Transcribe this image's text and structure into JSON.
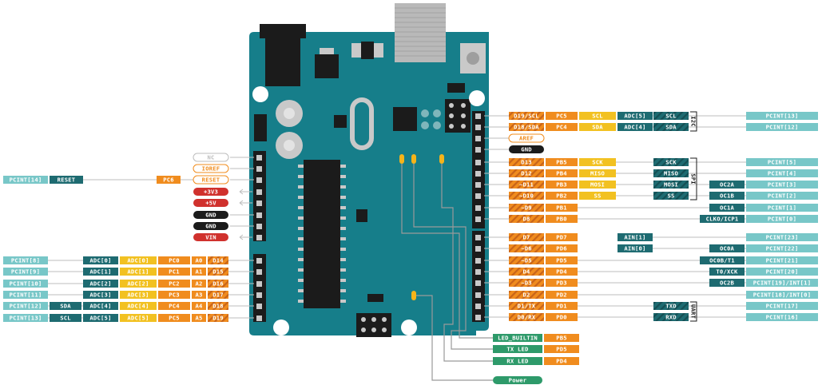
{
  "colors": {
    "board": "#167e8a",
    "board_dark": "#0e6670",
    "header": "#1b1b1b",
    "pin": "#c9c9c9",
    "orange": "#f08c1e",
    "yellow": "#f2c121",
    "teal_dark": "#1e6b71",
    "teal_light": "#78c7c8",
    "red": "#d0312d",
    "black": "#1b1b1b",
    "green": "#2e9a6a",
    "white_fill": "#ffffff",
    "grey_outline": "#bdbdbd",
    "led": "#f5b41a",
    "trace": "#9a9a9a"
  },
  "left_top_pins": [
    {
      "name": "NC",
      "style": "outline_grey"
    },
    {
      "name": "IOREF",
      "style": "outline_orange"
    },
    {
      "name": "RESET",
      "style": "outline_orange",
      "port": "PC6",
      "pcint": "PCINT[14]",
      "extra": "RESET"
    },
    {
      "name": "+3V3",
      "style": "red"
    },
    {
      "name": "+5V",
      "style": "red"
    },
    {
      "name": "GND",
      "style": "black"
    },
    {
      "name": "GND",
      "style": "black"
    },
    {
      "name": "VIN",
      "style": "red"
    }
  ],
  "left_bottom_pins": [
    {
      "pcint": "PCINT[8]",
      "alt": "",
      "adc": "ADC[0]",
      "adc2": "ADC[0]",
      "port": "PC0",
      "a": "A0",
      "d": "D14"
    },
    {
      "pcint": "PCINT[9]",
      "alt": "",
      "adc": "ADC[1]",
      "adc2": "ADC[1]",
      "port": "PC1",
      "a": "A1",
      "d": "D15"
    },
    {
      "pcint": "PCINT[10]",
      "alt": "",
      "adc": "ADC[2]",
      "adc2": "ADC[2]",
      "port": "PC2",
      "a": "A2",
      "d": "D16"
    },
    {
      "pcint": "PCINT[11]",
      "alt": "",
      "adc": "ADC[3]",
      "adc2": "ADC[3]",
      "port": "PC3",
      "a": "A3",
      "d": "D17"
    },
    {
      "pcint": "PCINT[12]",
      "alt": "SDA",
      "adc": "ADC[4]",
      "adc2": "ADC[4]",
      "port": "PC4",
      "a": "A4",
      "d": "D18"
    },
    {
      "pcint": "PCINT[13]",
      "alt": "SCL",
      "adc": "ADC[5]",
      "adc2": "ADC[5]",
      "port": "PC5",
      "a": "A5",
      "d": "D19"
    }
  ],
  "right_pins": [
    {
      "pin": "D19/SCL",
      "port": "PC5",
      "func": "SCL",
      "adc": "ADC[5]",
      "bus": "SCL",
      "timer": "",
      "pcint": "PCINT[13]"
    },
    {
      "pin": "D18/SDA",
      "port": "PC4",
      "func": "SDA",
      "adc": "ADC[4]",
      "bus": "SDA",
      "timer": "",
      "pcint": "PCINT[12]"
    },
    {
      "pin": "AREF",
      "style": "outline"
    },
    {
      "pin": "GND",
      "style": "black"
    },
    {
      "pin": "D13",
      "port": "PB5",
      "func": "SCK",
      "adc": "",
      "bus": "SCK",
      "timer": "",
      "pcint": "PCINT[5]"
    },
    {
      "pin": "D12",
      "port": "PB4",
      "func": "MISO",
      "adc": "",
      "bus": "MISO",
      "timer": "",
      "pcint": "PCINT[4]"
    },
    {
      "pin": "~D11",
      "port": "PB3",
      "func": "MOSI",
      "adc": "",
      "bus": "MOSI",
      "timer": "OC2A",
      "pcint": "PCINT[3]"
    },
    {
      "pin": "~D10",
      "port": "PB2",
      "func": "SS",
      "adc": "",
      "bus": "SS",
      "timer": "OC1B",
      "pcint": "PCINT[2]"
    },
    {
      "pin": "~D9",
      "port": "PB1",
      "func": "",
      "adc": "",
      "bus": "",
      "timer": "OC1A",
      "pcint": "PCINT[1]"
    },
    {
      "pin": "D8",
      "port": "PB0",
      "func": "",
      "adc": "",
      "bus": "",
      "timer": "CLKO/ICP1",
      "pcint": "PCINT[0]"
    },
    {
      "pin": "D7",
      "port": "PD7",
      "func": "",
      "adc": "AIN[1]",
      "bus": "",
      "timer": "",
      "pcint": "PCINT[23]"
    },
    {
      "pin": "~D6",
      "port": "PD6",
      "func": "",
      "adc": "AIN[0]",
      "bus": "",
      "timer": "OC0A",
      "pcint": "PCINT[22]"
    },
    {
      "pin": "~D5",
      "port": "PD5",
      "func": "",
      "adc": "",
      "bus": "",
      "timer": "OC0B/T1",
      "pcint": "PCINT[21]"
    },
    {
      "pin": "D4",
      "port": "PD4",
      "func": "",
      "adc": "",
      "bus": "",
      "timer": "T0/XCK",
      "pcint": "PCINT[20]"
    },
    {
      "pin": "~D3",
      "port": "PD3",
      "func": "",
      "adc": "",
      "bus": "",
      "timer": "OC2B",
      "pcint": "PCINT[19]/INT[1]"
    },
    {
      "pin": "D2",
      "port": "PD2",
      "func": "",
      "adc": "",
      "bus": "",
      "timer": "",
      "pcint": "PCINT[18]/INT[0]"
    },
    {
      "pin": "D1/TX",
      "port": "PD1",
      "func": "",
      "adc": "",
      "bus": "TXD",
      "timer": "",
      "pcint": "PCINT[17]"
    },
    {
      "pin": "D0/RX",
      "port": "PD0",
      "func": "",
      "adc": "",
      "bus": "RXD",
      "timer": "",
      "pcint": "PCINT[16]"
    }
  ],
  "groups": {
    "i2c": "I2C",
    "spi": "SPI",
    "uart": "UART"
  },
  "leds": [
    {
      "name": "LED_BUILTIN",
      "port": "PB5"
    },
    {
      "name": "TX LED",
      "port": "PD5"
    },
    {
      "name": "RX LED",
      "port": "PD4"
    },
    {
      "name": "Power",
      "port": ""
    }
  ]
}
